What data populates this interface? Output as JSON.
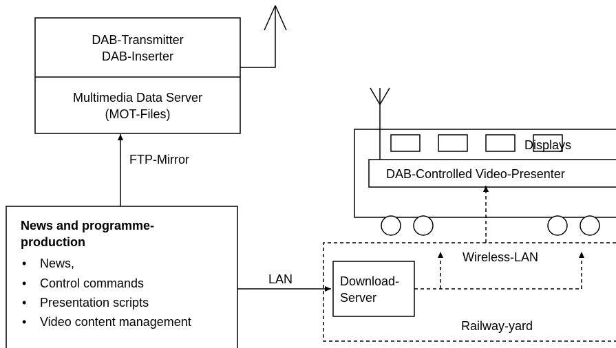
{
  "transmitter_box": {
    "line1": "DAB-Transmitter",
    "line2": "DAB-Inserter"
  },
  "server_box": {
    "line1": "Multimedia Data Server",
    "line2": "(MOT-Files)"
  },
  "ftp_label": "FTP-Mirror",
  "production_box": {
    "title_line1": "News and programme-",
    "title_line2": "production",
    "bullet": "•",
    "items": [
      "News,",
      "Control commands",
      "Presentation scripts",
      "Video content management"
    ]
  },
  "lan_label": "LAN",
  "download_server": {
    "line1": "Download-",
    "line2": "Server"
  },
  "wireless_label": "Wireless-LAN",
  "railway_label": "Railway-yard",
  "train": {
    "displays_label": "Displays",
    "presenter_label": "DAB-Controlled Video-Presenter"
  },
  "colors": {
    "line": "#000000",
    "background": "#ffffff"
  }
}
